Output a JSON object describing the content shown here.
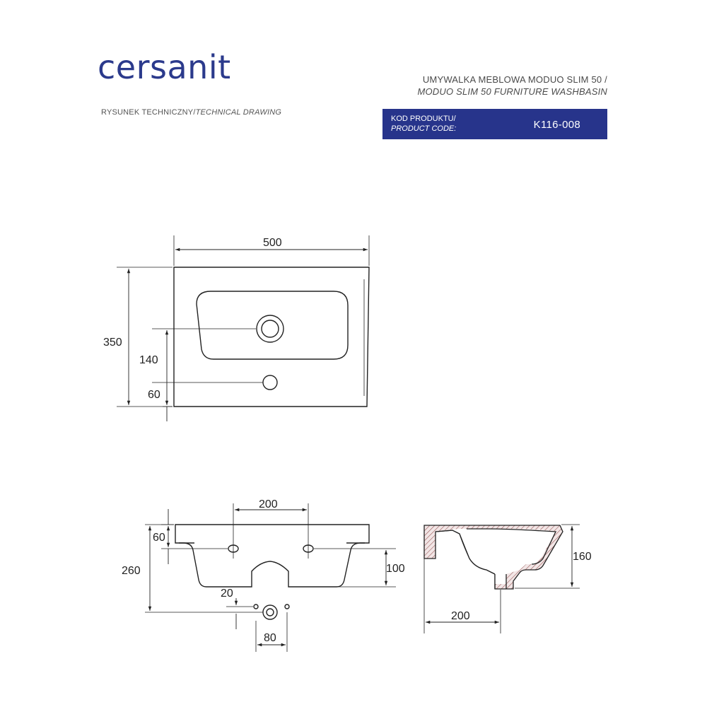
{
  "header": {
    "brand": "cersanit",
    "subtitle_pl": "RYSUNEK TECHNICZNY/",
    "subtitle_en": "TECHNICAL DRAWING",
    "title_pl": "UMYWALKA MEBLOWA MODUO SLIM 50 /",
    "title_en": "MODUO SLIM 50 FURNITURE WASHBASIN",
    "code_label_pl": "KOD PRODUKTU/",
    "code_label_en": "PRODUCT CODE:",
    "code_value": "K116-008"
  },
  "colors": {
    "brand": "#2b3a8c",
    "code_box": "#27348b",
    "line": "#222222"
  },
  "dimensions": {
    "top_view": {
      "width": "500",
      "depth": "350",
      "drain_offset": "140",
      "tap_offset": "60"
    },
    "front_view": {
      "hole_spacing": "200",
      "rim_height": "60",
      "total_height": "260",
      "bowl_depth": "100",
      "fixing_offset": "20",
      "drain_width": "80"
    },
    "side_view": {
      "height": "160",
      "depth": "200"
    }
  }
}
